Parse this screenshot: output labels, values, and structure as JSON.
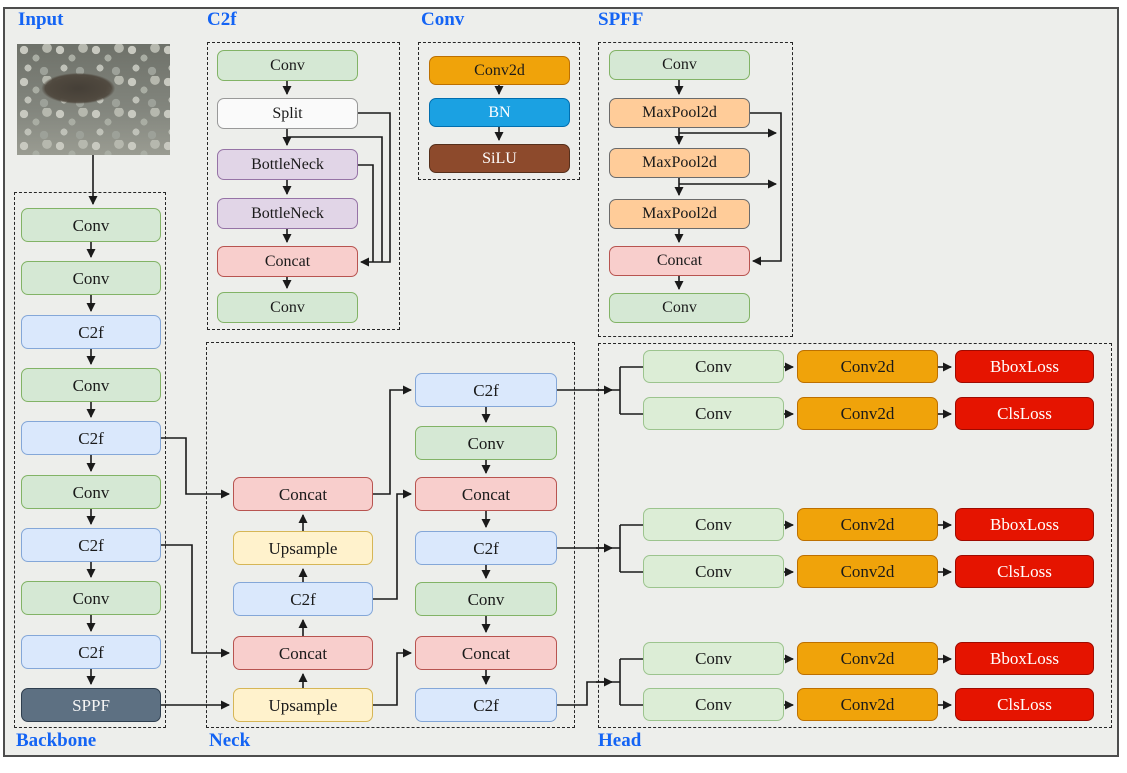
{
  "section_labels": {
    "input": "Input",
    "c2f": "C2f",
    "conv": "Conv",
    "spff": "SPFF",
    "backbone": "Backbone",
    "neck": "Neck",
    "head": "Head"
  },
  "backbone": {
    "blocks": [
      "Conv",
      "Conv",
      "C2f",
      "Conv",
      "C2f",
      "Conv",
      "C2f",
      "Conv",
      "C2f",
      "SPPF"
    ]
  },
  "c2f_detail": {
    "blocks": [
      "Conv",
      "Split",
      "BottleNeck",
      "BottleNeck",
      "Concat",
      "Conv"
    ]
  },
  "conv_detail": {
    "blocks": [
      "Conv2d",
      "BN",
      "SiLU"
    ]
  },
  "spff_detail": {
    "blocks": [
      "Conv",
      "MaxPool2d",
      "MaxPool2d",
      "MaxPool2d",
      "Concat",
      "Conv"
    ]
  },
  "neck": {
    "left_column": [
      "Concat",
      "Upsample",
      "C2f",
      "Concat",
      "Upsample"
    ],
    "right_column": [
      "C2f",
      "Conv",
      "Concat",
      "C2f",
      "Conv",
      "Concat",
      "C2f"
    ]
  },
  "head": {
    "groups": [
      {
        "rows": [
          {
            "conv": "Conv",
            "conv2d": "Conv2d",
            "loss": "BboxLoss"
          },
          {
            "conv": "Conv",
            "conv2d": "Conv2d",
            "loss": "ClsLoss"
          }
        ]
      },
      {
        "rows": [
          {
            "conv": "Conv",
            "conv2d": "Conv2d",
            "loss": "BboxLoss"
          },
          {
            "conv": "Conv",
            "conv2d": "Conv2d",
            "loss": "ClsLoss"
          }
        ]
      },
      {
        "rows": [
          {
            "conv": "Conv",
            "conv2d": "Conv2d",
            "loss": "BboxLoss"
          },
          {
            "conv": "Conv",
            "conv2d": "Conv2d",
            "loss": "ClsLoss"
          }
        ]
      }
    ]
  },
  "colors": {
    "section_label": "#1464f4",
    "green_fill": "#d5e8d4",
    "green_border": "#82b366",
    "head_green_fill": "#dcedd6",
    "head_green_border": "#9cc48e",
    "blue_fill": "#dae8fc",
    "blue_border": "#84a7d8",
    "purple_fill": "#e1d5e7",
    "purple_border": "#9673a6",
    "pink_fill": "#f8cecc",
    "pink_border": "#b85450",
    "yellow_fill": "#fff2cc",
    "yellow_border": "#d6b656",
    "maxpool_fill": "#ffcc99",
    "maxpool_border": "#6b6b6b",
    "conv2d_fill": "#f0a30a",
    "conv2d_border": "#bd7000",
    "bn_fill": "#1ba1e2",
    "bn_border": "#006eaf",
    "silu_fill": "#8d4a2c",
    "silu_border": "#552f1b",
    "sppf_fill": "#5d7082",
    "sppf_border": "#2f3f4f",
    "loss_fill": "#e51400",
    "loss_border": "#9e0a00",
    "split_fill": "#fafafa",
    "split_border": "#999999",
    "canvas_bg": "#edeeeb",
    "line": "#1a1a1a"
  }
}
